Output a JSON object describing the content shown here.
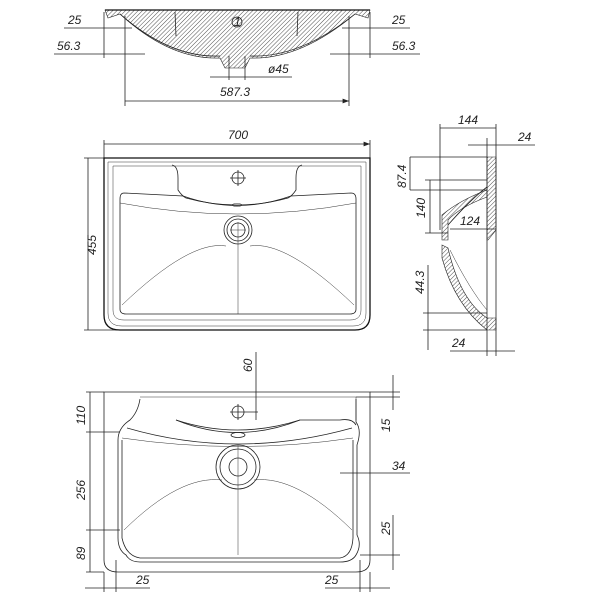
{
  "drawing": {
    "title": "Washbasin technical drawing",
    "section_view": {
      "labels": {
        "left_rim": "25",
        "left_offset": "56.3",
        "right_rim": "25",
        "right_offset": "56.3",
        "drain_diameter": "ø45",
        "inner_width": "587.3",
        "callout": "1"
      }
    },
    "top_view": {
      "labels": {
        "width": "700",
        "depth": "455"
      }
    },
    "side_view": {
      "labels": {
        "overall_depth": "144",
        "top_wall": "24",
        "upper_height": "87.4",
        "overflow_height": "140",
        "inner_depth": "124",
        "lower_height": "44.3",
        "bottom_wall": "24"
      }
    },
    "bottom_view": {
      "labels": {
        "hole_offset": "60",
        "top_margin": "110",
        "mount_spacing": "256",
        "bottom_margin": "89",
        "right_top": "15",
        "right_inset": "34",
        "right_bottom": "25",
        "left_edge": "25",
        "right_edge": "25"
      }
    }
  }
}
